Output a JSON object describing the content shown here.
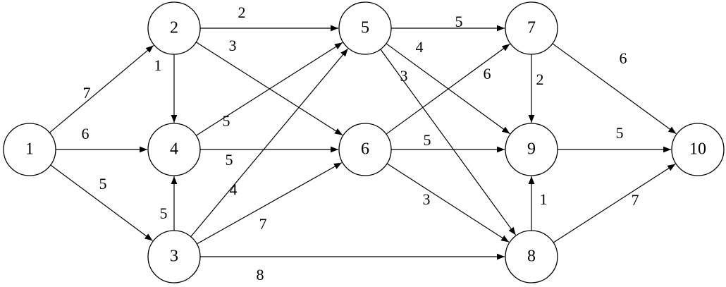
{
  "graph": {
    "nodes": [
      {
        "id": "1",
        "label": "1"
      },
      {
        "id": "2",
        "label": "2"
      },
      {
        "id": "3",
        "label": "3"
      },
      {
        "id": "4",
        "label": "4"
      },
      {
        "id": "5",
        "label": "5"
      },
      {
        "id": "6",
        "label": "6"
      },
      {
        "id": "7",
        "label": "7"
      },
      {
        "id": "8",
        "label": "8"
      },
      {
        "id": "9",
        "label": "9"
      },
      {
        "id": "10",
        "label": "10"
      }
    ],
    "edges": [
      {
        "from": "1",
        "to": "2",
        "weight": "7"
      },
      {
        "from": "1",
        "to": "4",
        "weight": "6"
      },
      {
        "from": "1",
        "to": "3",
        "weight": "5"
      },
      {
        "from": "2",
        "to": "5",
        "weight": "2"
      },
      {
        "from": "2",
        "to": "6",
        "weight": "3"
      },
      {
        "from": "2",
        "to": "4",
        "weight": "1"
      },
      {
        "from": "3",
        "to": "4",
        "weight": "5"
      },
      {
        "from": "3",
        "to": "5",
        "weight": "4"
      },
      {
        "from": "3",
        "to": "6",
        "weight": "7"
      },
      {
        "from": "3",
        "to": "8",
        "weight": "8"
      },
      {
        "from": "4",
        "to": "5",
        "weight": "5"
      },
      {
        "from": "4",
        "to": "6",
        "weight": "5"
      },
      {
        "from": "5",
        "to": "7",
        "weight": "5"
      },
      {
        "from": "5",
        "to": "9",
        "weight": "4"
      },
      {
        "from": "5",
        "to": "8",
        "weight": "3"
      },
      {
        "from": "6",
        "to": "7",
        "weight": "6"
      },
      {
        "from": "6",
        "to": "9",
        "weight": "5"
      },
      {
        "from": "6",
        "to": "8",
        "weight": "3"
      },
      {
        "from": "7",
        "to": "9",
        "weight": "2"
      },
      {
        "from": "7",
        "to": "10",
        "weight": "6"
      },
      {
        "from": "8",
        "to": "9",
        "weight": "1"
      },
      {
        "from": "8",
        "to": "10",
        "weight": "7"
      },
      {
        "from": "9",
        "to": "10",
        "weight": "5"
      }
    ]
  }
}
